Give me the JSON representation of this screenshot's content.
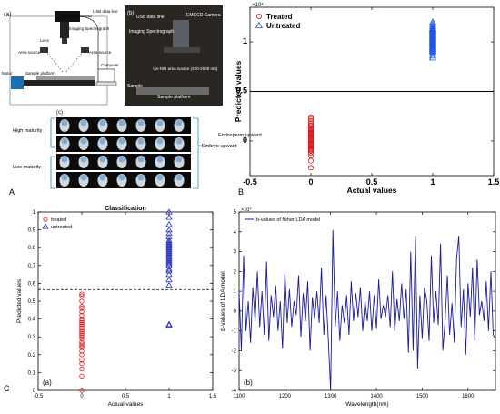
{
  "panel_letters": {
    "A": "A",
    "B": "B",
    "C": "C"
  },
  "diagram": {
    "sub_a": {
      "tag": "(a)",
      "labels": {
        "camera": "EMCCD camera",
        "usb": "USB data line",
        "spec": "Imaging Spectrograph",
        "lens": "Lens",
        "area_l": "Area source",
        "area_r": "Area source",
        "sample": "Sample platform",
        "motor": "Motor",
        "computer": "Computer"
      }
    },
    "sub_b": {
      "tag": "(b)",
      "labels": {
        "camera": "EMCCD Camera",
        "usb": "USB data line",
        "spec": "Imaging Spectrograph",
        "source": "Vis-NIR area source (420-2500 nm)",
        "sample": "Sample",
        "platform": "Sample platform"
      }
    },
    "sub_c": {
      "tag": "(c)",
      "labels": {
        "high": "High maturity",
        "low": "Low maturity",
        "embryo": "Embryo upward",
        "endosperm": "Endosperm upward"
      }
    },
    "colors": {
      "photo_bg": "#2a2622",
      "seed": "#cfd8dc",
      "seed_highlight": "#6fa3d6",
      "tray": "#0b0b0b",
      "motor": "#1e6fb0"
    }
  },
  "chart_data": [
    {
      "id": "B",
      "type": "scatter",
      "xlabel": "Actual values",
      "ylabel": "Predicted values",
      "y_multiplier": "×10⁴",
      "xlim": [
        -0.5,
        1.5
      ],
      "ylim": [
        -0.35,
        1.35
      ],
      "xticks": [
        -0.5,
        0,
        0.5,
        1,
        1.5
      ],
      "xtick_labels": [
        "-0.5",
        "0",
        "0.5",
        "1",
        "1.5"
      ],
      "yticks": [
        0,
        0.5,
        1
      ],
      "ytick_labels": [
        "0",
        "0.5",
        "1"
      ],
      "threshold": 0.5,
      "legend_position": "top-left",
      "grid": false,
      "series": [
        {
          "name": "Treated",
          "marker": "circle",
          "color": "#e8141b",
          "x": 0,
          "values": [
            0.24,
            0.22,
            0.2,
            0.18,
            0.16,
            0.15,
            0.13,
            0.12,
            0.11,
            0.1,
            0.09,
            0.08,
            0.07,
            0.06,
            0.05,
            0.04,
            0.03,
            0.02,
            0.01,
            0,
            -0.01,
            -0.02,
            -0.03,
            -0.04,
            -0.05,
            -0.06,
            -0.07,
            -0.08,
            -0.09,
            -0.1,
            -0.12,
            -0.15,
            -0.2,
            -0.27
          ]
        },
        {
          "name": "Untreated",
          "marker": "triangle",
          "color": "#2255e0",
          "x": 1,
          "values": [
            1.2,
            1.18,
            1.16,
            1.14,
            1.13,
            1.12,
            1.11,
            1.1,
            1.09,
            1.08,
            1.07,
            1.06,
            1.05,
            1.04,
            1.03,
            1.02,
            1.01,
            1,
            0.99,
            0.98,
            0.97,
            0.96,
            0.95,
            0.94,
            0.93,
            0.92,
            0.91,
            0.9,
            0.88,
            0.86,
            0.84
          ]
        }
      ]
    },
    {
      "id": "C",
      "type": "scatter",
      "title": "Classification",
      "tag": "(a)",
      "xlabel": "Actual values",
      "ylabel": "Predicted values",
      "xlim": [
        -0.5,
        1.5
      ],
      "ylim": [
        0,
        1
      ],
      "xticks": [
        -0.5,
        0,
        0.5,
        1,
        1.5
      ],
      "xtick_labels": [
        "-0.5",
        "0",
        "0.5",
        "1",
        "1.5"
      ],
      "yticks": [
        0,
        0.1,
        0.2,
        0.3,
        0.4,
        0.5,
        0.6,
        0.7,
        0.8,
        0.9,
        1
      ],
      "ytick_labels": [
        "0",
        "0.1",
        "0.2",
        "0.3",
        "0.4",
        "0.5",
        "0.6",
        "0.7",
        "0.8",
        "0.9",
        "1"
      ],
      "threshold": 0.565,
      "legend_position": "top-left",
      "grid": false,
      "series": [
        {
          "name": "treated",
          "marker": "circle",
          "color": "#e8141b",
          "x": 0,
          "values": [
            0.54,
            0.53,
            0.5,
            0.47,
            0.46,
            0.44,
            0.42,
            0.4,
            0.39,
            0.38,
            0.37,
            0.36,
            0.35,
            0.34,
            0.33,
            0.32,
            0.31,
            0.3,
            0.29,
            0.27,
            0.26,
            0.25,
            0.24,
            0.22,
            0.2,
            0.17,
            0.15,
            0.12,
            0.08,
            0
          ]
        },
        {
          "name": "untreated",
          "marker": "triangle",
          "color": "#1f2fbf",
          "x": 1,
          "values": [
            1,
            0.97,
            0.93,
            0.9,
            0.88,
            0.86,
            0.84,
            0.83,
            0.82,
            0.81,
            0.8,
            0.79,
            0.78,
            0.77,
            0.76,
            0.75,
            0.74,
            0.73,
            0.72,
            0.71,
            0.7,
            0.68,
            0.67,
            0.65,
            0.62,
            0.59,
            0.37,
            0.365
          ]
        }
      ]
    },
    {
      "id": "D",
      "type": "line",
      "tag": "(b)",
      "xlabel": "Wavelength(nm)",
      "ylabel": "b-values of LDA model",
      "y_multiplier": "×10⁴",
      "xlim": [
        1100,
        1660
      ],
      "ylim": [
        -4,
        5
      ],
      "xticks": [
        1100,
        1200,
        1300,
        1400,
        1500,
        1600
      ],
      "xtick_labels": [
        "1100",
        "1200",
        "1300",
        "1400",
        "1500",
        "1600"
      ],
      "yticks": [
        -4,
        -3,
        -2,
        -1,
        0,
        1,
        2,
        3,
        4,
        5
      ],
      "ytick_labels": [
        "-4",
        "-3",
        "-2",
        "-1",
        "0",
        "1",
        "2",
        "3",
        "4",
        "5"
      ],
      "legend_position": "top-left",
      "grid": false,
      "series": [
        {
          "name": "b-values of fisher LDA model",
          "color": "#1a1aa0",
          "x": [
            1100,
            1105,
            1110,
            1115,
            1120,
            1125,
            1130,
            1135,
            1140,
            1145,
            1150,
            1155,
            1160,
            1165,
            1170,
            1175,
            1180,
            1185,
            1190,
            1195,
            1200,
            1205,
            1210,
            1215,
            1220,
            1225,
            1230,
            1235,
            1240,
            1245,
            1250,
            1255,
            1260,
            1265,
            1270,
            1275,
            1280,
            1285,
            1290,
            1295,
            1300,
            1305,
            1310,
            1315,
            1320,
            1325,
            1330,
            1335,
            1340,
            1345,
            1350,
            1355,
            1360,
            1365,
            1370,
            1375,
            1380,
            1385,
            1390,
            1395,
            1400,
            1405,
            1410,
            1415,
            1420,
            1425,
            1430,
            1435,
            1440,
            1445,
            1450,
            1455,
            1460,
            1465,
            1470,
            1475,
            1480,
            1485,
            1490,
            1495,
            1500,
            1505,
            1510,
            1515,
            1520,
            1525,
            1530,
            1535,
            1540,
            1545,
            1550,
            1555,
            1560,
            1565,
            1570,
            1575,
            1580,
            1585,
            1590,
            1595,
            1600,
            1605,
            1610,
            1615,
            1620,
            1625,
            1630,
            1635,
            1640,
            1645,
            1650,
            1655,
            1660
          ],
          "values": [
            1,
            -2,
            2.8,
            -1,
            0.5,
            -1.6,
            1.2,
            -0.5,
            2,
            -0.8,
            1,
            -1.2,
            2.5,
            -1.5,
            0.8,
            -0.3,
            1.3,
            -1,
            0.5,
            -1.9,
            2,
            -0.6,
            1.1,
            -0.8,
            0.5,
            -0.2,
            1.8,
            -1.3,
            0.9,
            -0.5,
            1.5,
            -2,
            0.7,
            -0.4,
            1,
            -0.6,
            2.2,
            -1.2,
            0.8,
            -1.5,
            -4,
            4.1,
            -0.8,
            1,
            -1.5,
            0.3,
            -0.6,
            0.8,
            -1.2,
            1.5,
            -0.5,
            0.9,
            -0.3,
            1.2,
            -1,
            0.5,
            -0.5,
            1,
            -1,
            0.8,
            -0.9,
            1.6,
            -0.4,
            0.3,
            -0.3,
            0.8,
            -0.8,
            2,
            -1,
            0.6,
            -0.5,
            1.4,
            -0.4,
            1.1,
            -2.1,
            3,
            -2,
            3.8,
            -2.9,
            0.8,
            -1.4,
            1.2,
            0.5,
            -1.5,
            2.8,
            -0.6,
            1,
            -0.7,
            3.4,
            -2,
            -0.5,
            1.8,
            -1.2,
            0.4,
            -1.6,
            2.6,
            3.8,
            -0.8,
            1.1,
            -2.2,
            1.4,
            -0.3,
            2.2,
            -1.5,
            2.6,
            -0.2,
            0.5,
            -0.5,
            1.5,
            -1,
            2,
            -1.2,
            -1.4
          ]
        }
      ]
    }
  ]
}
